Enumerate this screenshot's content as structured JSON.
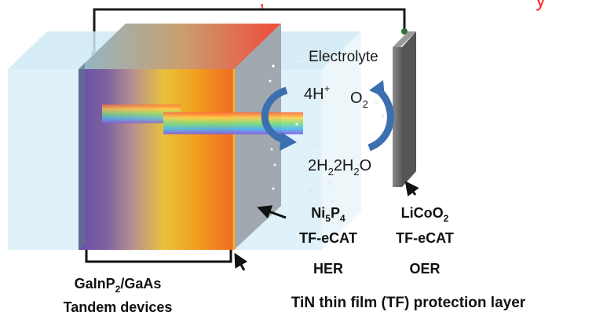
{
  "diagram": {
    "top_red_text_fragment": ", ",
    "top_red_text_suffix": "y",
    "electrolyte": "Electrolyte",
    "reaction": {
      "h_plus_base": "4H",
      "h_plus_sup": "+",
      "o2_base": "O",
      "o2_sub": "2",
      "water_a": "2H",
      "water_a_sub": "2",
      "water_b": "2H",
      "water_b_sub": "2",
      "water_b_tail": "O"
    },
    "her_catalyst": {
      "name_ni": "Ni",
      "name_ni_sub": "5",
      "name_p": "P",
      "name_p_sub": "4",
      "type": "TF-eCAT",
      "reaction": "HER"
    },
    "oer_catalyst": {
      "name_base": "LiCoO",
      "name_sub": "2",
      "type": "TF-eCAT",
      "reaction": "OER"
    },
    "tandem": {
      "line1_a": "GaInP",
      "line1_sub": "2",
      "line1_b": "/GaAs",
      "line2": "Tandem devices"
    },
    "protection_layer": "TiN thin film (TF) protection layer"
  },
  "colors": {
    "red_text": "#ff2020",
    "arrow_blue": "#3a6fb0",
    "wire": "#1a1a1a",
    "anode_plate": "#6f6f6f"
  }
}
